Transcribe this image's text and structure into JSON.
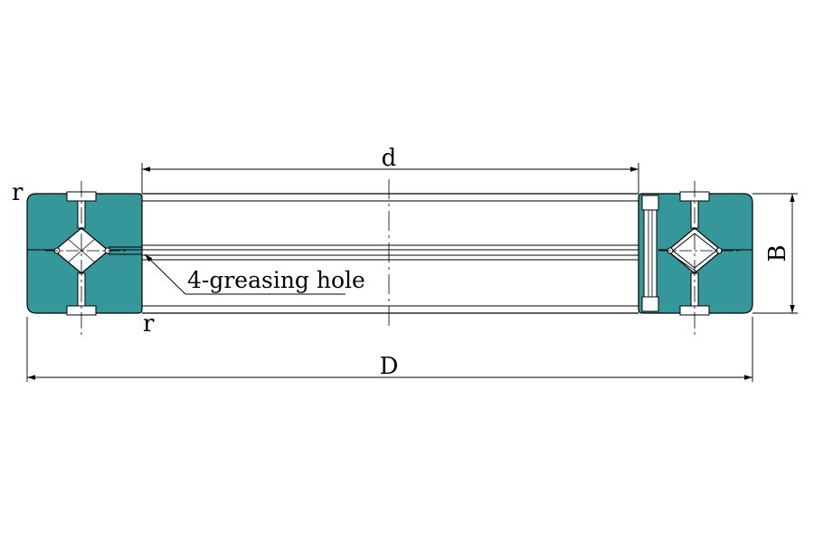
{
  "labels": {
    "inner_diameter": "d",
    "outer_diameter": "D",
    "width": "B",
    "radius_top": "r",
    "radius_bottom": "r",
    "note": "4-greasing hole"
  },
  "colors": {
    "section_fill": "#35979a",
    "line": "#000000",
    "background": "#ffffff"
  }
}
